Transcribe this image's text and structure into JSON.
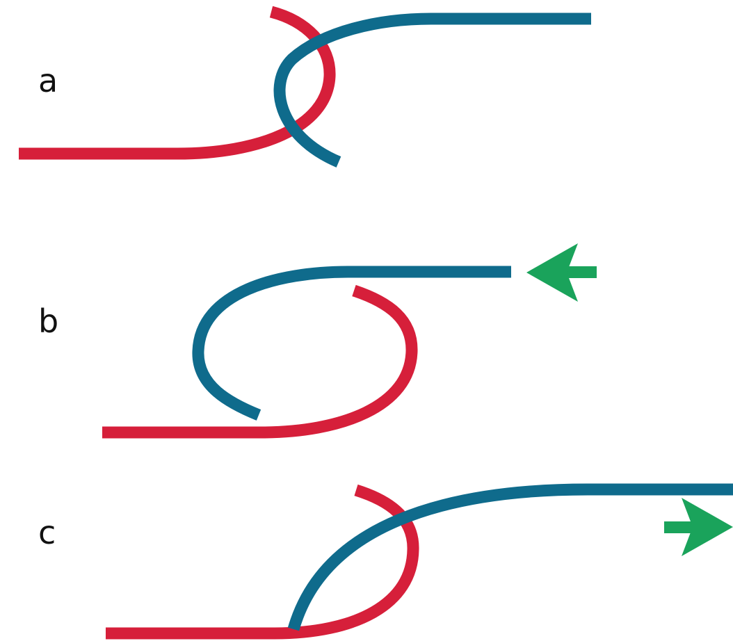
{
  "colors": {
    "red_strand": "#d61f3a",
    "blue_strand": "#0f6b8c",
    "arrow": "#1aa35b",
    "label": "#111111"
  },
  "panels": [
    {
      "label": "a",
      "arrow": "none"
    },
    {
      "label": "b",
      "arrow": "left"
    },
    {
      "label": "c",
      "arrow": "right"
    }
  ],
  "icons": {
    "arrow_left": "arrow-left-icon",
    "arrow_right": "arrow-right-icon"
  }
}
